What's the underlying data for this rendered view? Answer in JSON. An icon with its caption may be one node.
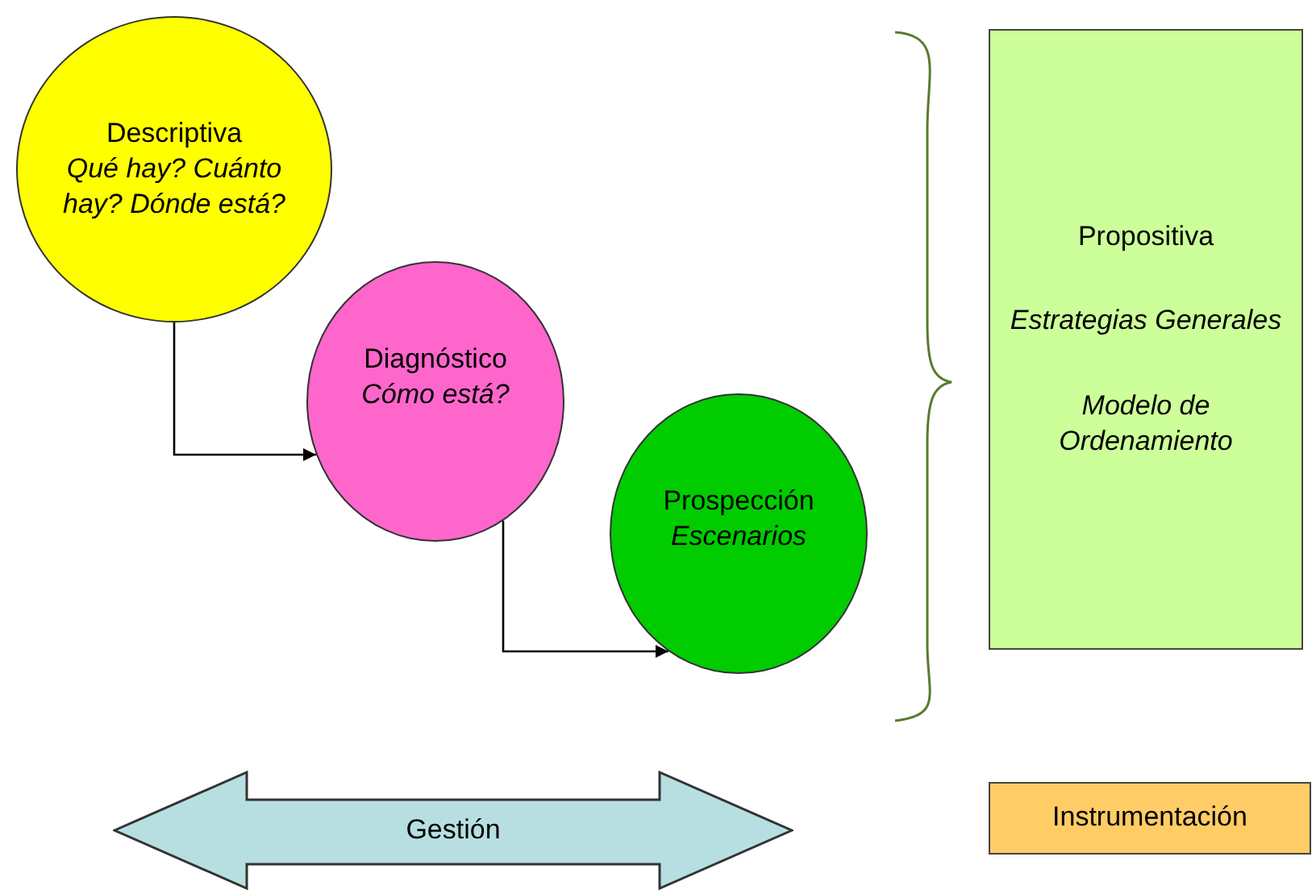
{
  "diagram": {
    "nodes": [
      {
        "text": [
          "Descriptiva",
          "Qué hay? Cuánto hay? Dónde está?"
        ]
      },
      {
        "text": [
          "Diagnóstico",
          "Cómo está?"
        ]
      },
      {
        "text": [
          "Prospección",
          "Escenarios"
        ]
      },
      {
        "text": [
          "Propositiva",
          "Estrategias Generales",
          "Modelo de Ordenamiento"
        ]
      },
      {
        "text": [
          "Instrumentación"
        ]
      },
      {
        "text": [
          "Gestión"
        ]
      }
    ],
    "edges": [
      {
        "from": 0,
        "to": 1,
        "arrow": "to"
      },
      {
        "from": 1,
        "to": 2,
        "arrow": "to"
      }
    ]
  }
}
